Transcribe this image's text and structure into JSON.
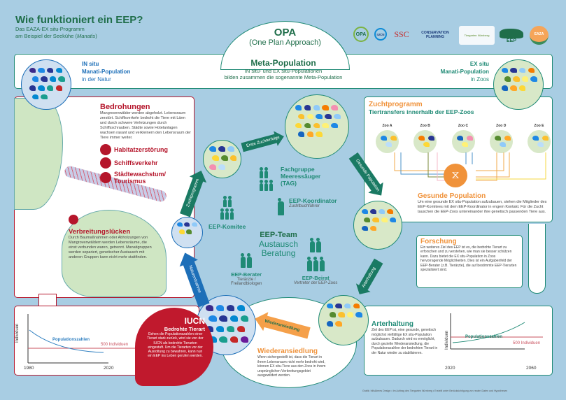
{
  "header": {
    "title": "Wie funktioniert ein EEP?",
    "subtitle_1": "Das EAZA-EX situ-Programm",
    "subtitle_2": "am Beispiel der Seekühe (",
    "subtitle_species": "Manatis",
    "subtitle_end": ")"
  },
  "opa": {
    "title": "OPA",
    "subtitle": "(One Plan Approach)"
  },
  "logos": {
    "opa": "OPA",
    "iucn": "IUCN",
    "ssc": "SSC",
    "cp_1": "CONSERVATION",
    "cp_2": "PLANNING",
    "tiergarten": "Tiergarten Nürnberg",
    "eep": "EEP",
    "eaza": "EAZA"
  },
  "meta": {
    "title": "Meta-Population",
    "line_1": "IN situ- und EX situ-Populationen",
    "line_2": "bilden zusammen die sogenannte Meta-Population",
    "insitu_1": "IN situ",
    "insitu_2": "Manati-Population",
    "insitu_3": "in der Natur",
    "exsitu_1": "EX situ",
    "exsitu_2": "Manati-Population",
    "exsitu_3": "in Zoos"
  },
  "threats": {
    "title": "Bedrohungen",
    "text": "Mangrovenwälder werden abgeholzt. Lebensraum zerstört. Schiffsverkehr bedroht die Tiere mit Lärm und durch schwere Verletzungen durch Schiffsschrauben. Städte sowie Hotelanlagen wachsen rasant und verkleinern den Lebensraum der Tiere immer weiter.",
    "items": [
      {
        "label": "Habitatzerstörung",
        "icon": "habitat-icon"
      },
      {
        "label": "Schiffsverkehr",
        "icon": "propeller-icon"
      },
      {
        "label": "Städtewachstum/ Tourismus",
        "icon": "city-icon"
      }
    ]
  },
  "gaps": {
    "title": "Verbreitungslücken",
    "text": "Durch Baumaßnahmen oder Abholzungen von Mangrovenwäldern werden Lebensräume, die einst verbunden waren, getrennt. Manatigruppen werden separiert, genetischer Austausch mit anderen Gruppen kann nicht mehr stattfinden."
  },
  "breeding": {
    "title": "Zuchtprogramm",
    "subtitle": "Tiertransfers innerhalb der EEP-Zoos",
    "zoos": [
      "Zoo A",
      "Zoo B",
      "Zoo C",
      "Zoo D",
      "Zoo E"
    ],
    "dna_icon": "dna-icon"
  },
  "healthy": {
    "title": "Gesunde Population",
    "text": "Um eine gesunde EX situ-Population aufzubauen, stehen die Mitglieder des EEP-Komitees mit dem EEP-Koordinator in engem Kontakt. Für die Zucht tauschen die EEP-Zoos untereinander ihre genetisch passenden Tiere aus."
  },
  "research": {
    "title": "Forschung",
    "text": "Ein weiteres Ziel des EEP ist es, die bedrohte Tierart zu erforschen und zu verstehen, wie man sie besser schützen kann. Dazu bietet die EX situ-Population in Zoos hervorragende Möglichkeiten. Dies ist ein Aufgabenfeld der EEP-Berater (z.B. Tierärzte), die auf bestimmte EEP-Tierarten spezialisiert sind."
  },
  "conservation": {
    "title": "Arterhaltung",
    "text": "Ziel des EEP ist, eine gesunde, genetisch möglichst vielfältige EX situ-Population aufzubauen. Dadurch wird es ermöglicht, durch gezielte Wiederansiedlung, die Populationszahlen der bedrohten Tierart in der Natur wieder zu stabilisieren."
  },
  "reintro": {
    "title": "Wiederansiedlung",
    "text": "Wenn sichergestellt ist, dass die Tierart in ihrem Lebensraum nicht mehr bedroht wird, können EX situ-Tiere aus den Zoos in ihrem ursprünglichen Verbreitungsgebiet ausgewildert werden."
  },
  "iucn": {
    "title": "IUCN",
    "subtitle": "Bedrohte Tierart",
    "text": "Gehen die Populationszahlen einer Tierart stark zurück, wird sie von der IUCN als bedrohte Tierarten eingestuft. Um die Tierarten vor der Ausrottung zu bewahren, kann nun ein EEP ins Leben gerufen werden."
  },
  "arrows": {
    "a1": "Erste Zuchterfolge",
    "a2": "Gesunde Population",
    "a3": "Arterhaltung",
    "a4": "Zuchtprogramm",
    "a5": "Naturentnahme",
    "a6": "Wiederansiedlung"
  },
  "team": {
    "tag_1": "Fachgruppe",
    "tag_2": "Meeressäuger",
    "tag_3": "(TAG)",
    "committee": "EEP-Komitee",
    "coordinator": "EEP-Koordinator",
    "coordinator_sub": "Zuchtbuchführer",
    "team_1": "EEP-Team",
    "team_2": "Austausch",
    "team_3": "Beratung",
    "advisor": "EEP-Berater",
    "advisor_sub_1": "Tierärzte /",
    "advisor_sub_2": "Freilandbiologen",
    "board": "EEP-Beirat",
    "board_sub": "Vertreter der EEP-Zoos"
  },
  "chart_data": [
    {
      "type": "line",
      "ylabel": "Individuen",
      "x_ticks": [
        "1980",
        "2020"
      ],
      "series": [
        {
          "name": "Populationszahlen",
          "trend": "declining",
          "color": "#2f7fc0"
        },
        {
          "name": "500 Individuen",
          "value": 500,
          "color": "#c9515e"
        }
      ]
    },
    {
      "type": "line",
      "ylabel": "Individuen",
      "x_ticks": [
        "2020",
        "2060"
      ],
      "series": [
        {
          "name": "Populationszahlen",
          "trend": "increasing",
          "color": "#1f8a75"
        },
        {
          "name": "500 Individuen",
          "value": 500,
          "color": "#c9515e"
        }
      ]
    }
  ],
  "footer": "Grafik: hills&trees Design • Im Auftrag des Tiergarten Nürnberg • Erstellt unter Berücksichtigung von realen Daten und Hypothesen",
  "colors": {
    "wild": [
      "#3b2a8a",
      "#7cb342",
      "#d81b60",
      "#8e24aa",
      "#1a9e8f",
      "#1e88e5",
      "#29b6f6",
      "#43a047",
      "#fdd835",
      "#c62828",
      "#283593",
      "#f57c00",
      "#bbdefb",
      "#fff176",
      "#6a1b9a",
      "#0288d1"
    ],
    "zoo": [
      "#1e88e5",
      "#bbdefb",
      "#fbc02d",
      "#f57c00",
      "#fdd835",
      "#283593",
      "#1565c0",
      "#fff176",
      "#f48fb1",
      "#558b2f",
      "#90caf9",
      "#ffa726"
    ]
  }
}
